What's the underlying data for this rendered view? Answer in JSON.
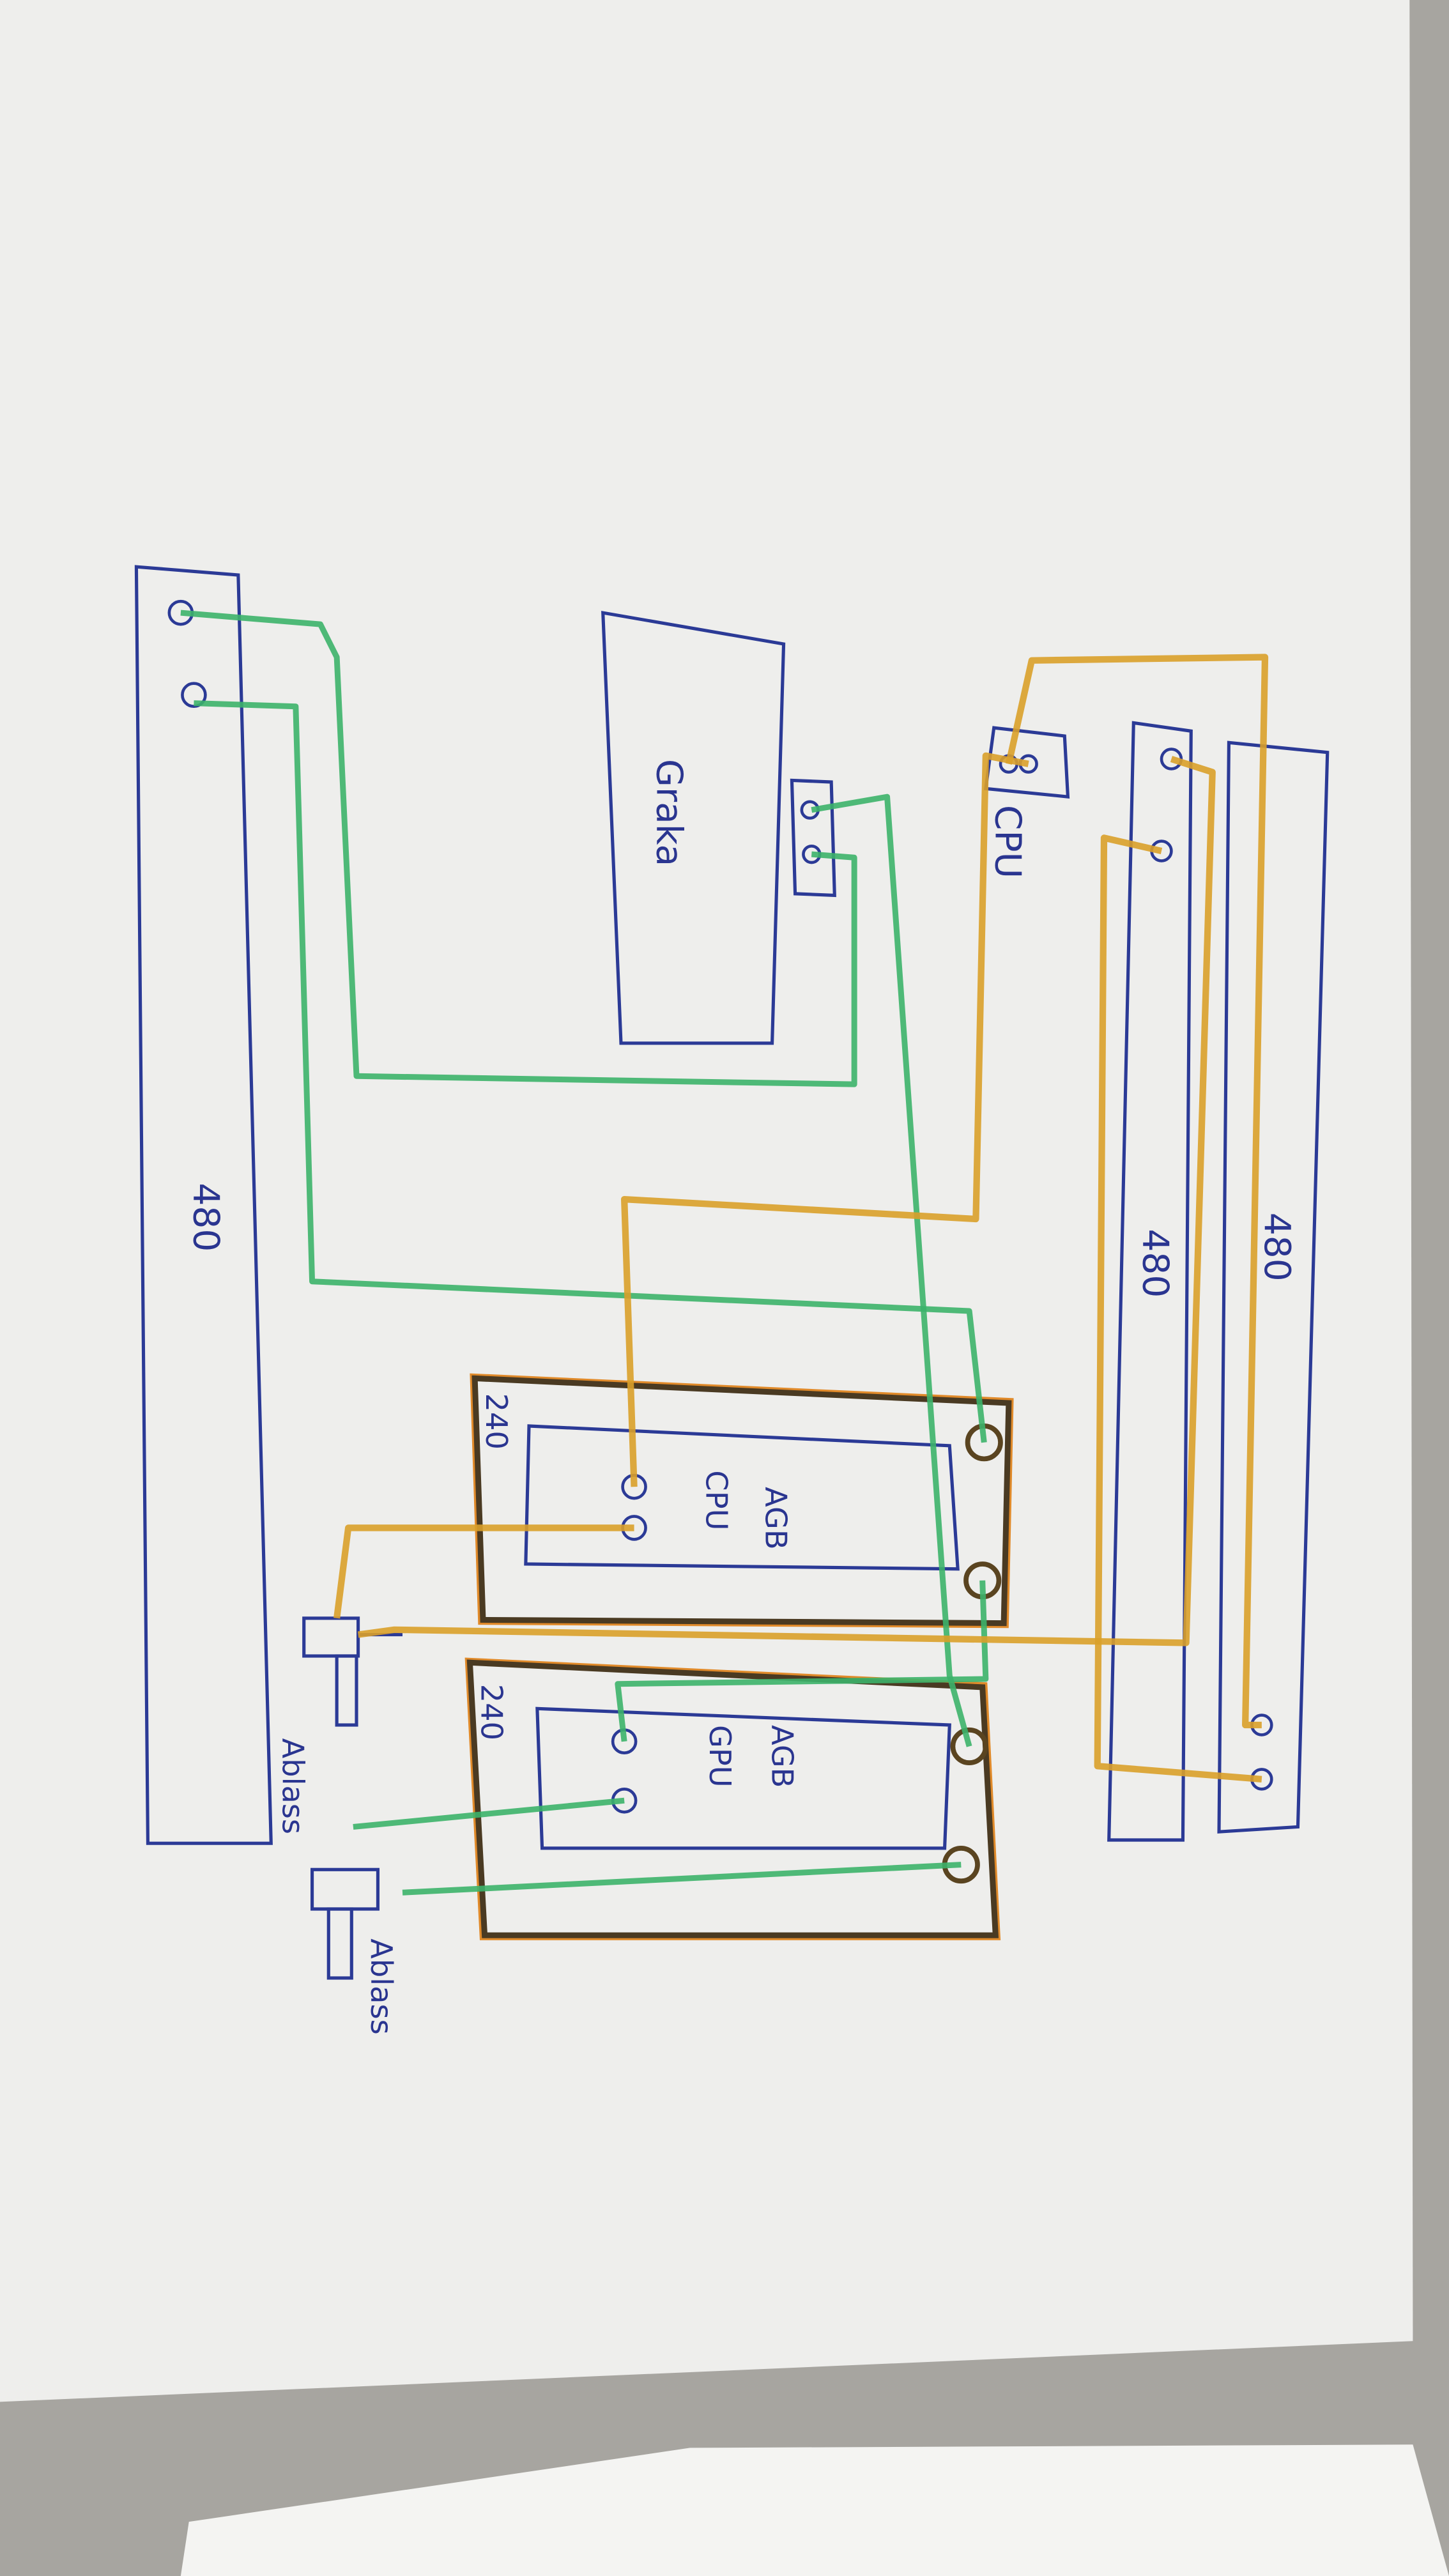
{
  "diagram": {
    "left_radiator": {
      "label": "480"
    },
    "graphics_card": {
      "label": "Graka"
    },
    "cpu_block": {
      "label": "CPU"
    },
    "middle_radiator": {
      "label": "480"
    },
    "right_radiator": {
      "label": "480"
    },
    "top_240_radiator": {
      "label": "240",
      "reservoir_label": "AGB",
      "reservoir_sublabel": "CPU"
    },
    "bottom_240_radiator": {
      "label": "240",
      "reservoir_label": "AGB",
      "reservoir_sublabel": "GPU"
    },
    "drain_valve_1": {
      "label": "Ablass"
    },
    "drain_valve_2": {
      "label": "Ablass"
    },
    "colors": {
      "gpu_loop": "#3cb36a",
      "cpu_loop": "#d9a02a",
      "pen": "#2b3a96",
      "paper": "#f1f1ef"
    }
  }
}
